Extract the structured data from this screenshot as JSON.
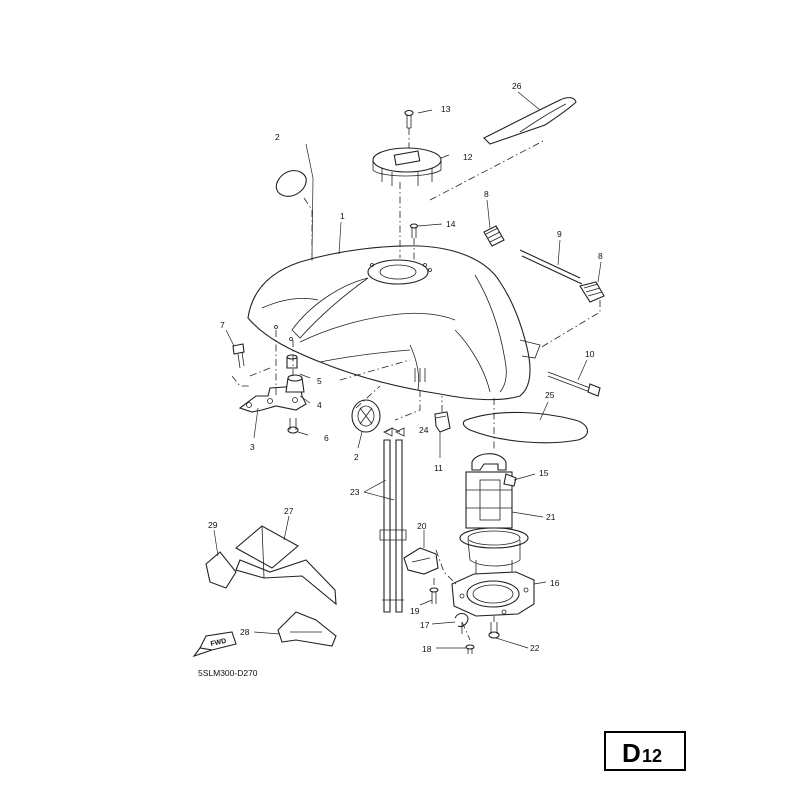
{
  "diagram": {
    "code": "5SLM300-D270",
    "fwd_label": "FWD",
    "page_badge": {
      "letter": "D",
      "number": "12"
    },
    "callouts": {
      "c1": "1",
      "c2a": "2",
      "c2b": "2",
      "c3": "3",
      "c4": "4",
      "c5": "5",
      "c6": "6",
      "c7": "7",
      "c8a": "8",
      "c8b": "8",
      "c9": "9",
      "c10": "10",
      "c11": "11",
      "c12": "12",
      "c13": "13",
      "c14": "14",
      "c15": "15",
      "c16": "16",
      "c17": "17",
      "c18": "18",
      "c19": "19",
      "c20": "20",
      "c21": "21",
      "c22": "22",
      "c23": "23",
      "c24": "24",
      "c25": "25",
      "c26": "26",
      "c27": "27",
      "c28": "28",
      "c29": "29"
    }
  }
}
